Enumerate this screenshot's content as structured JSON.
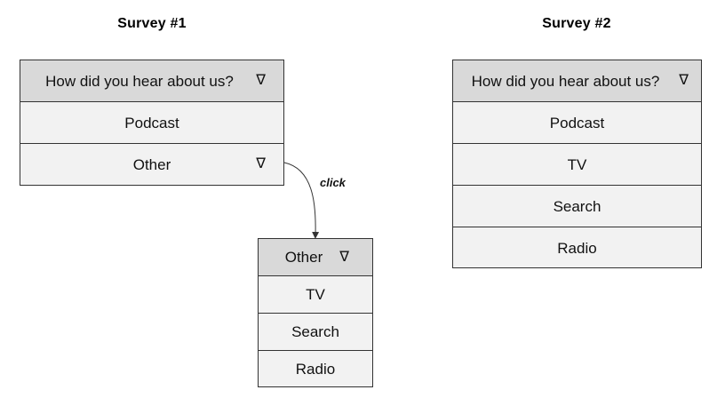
{
  "survey1": {
    "title": "Survey #1",
    "dropdown": {
      "header": "How did you hear about us?",
      "options": [
        "Podcast",
        "Other"
      ]
    },
    "sub_dropdown": {
      "header": "Other",
      "options": [
        "TV",
        "Search",
        "Radio"
      ]
    },
    "connector_label": "click"
  },
  "survey2": {
    "title": "Survey #2",
    "dropdown": {
      "header": "How did you hear about us?",
      "options": [
        "Podcast",
        "TV",
        "Search",
        "Radio"
      ]
    }
  },
  "icons": {
    "dropdown_arrow": "triangle-down-icon",
    "glyph": "∇"
  }
}
